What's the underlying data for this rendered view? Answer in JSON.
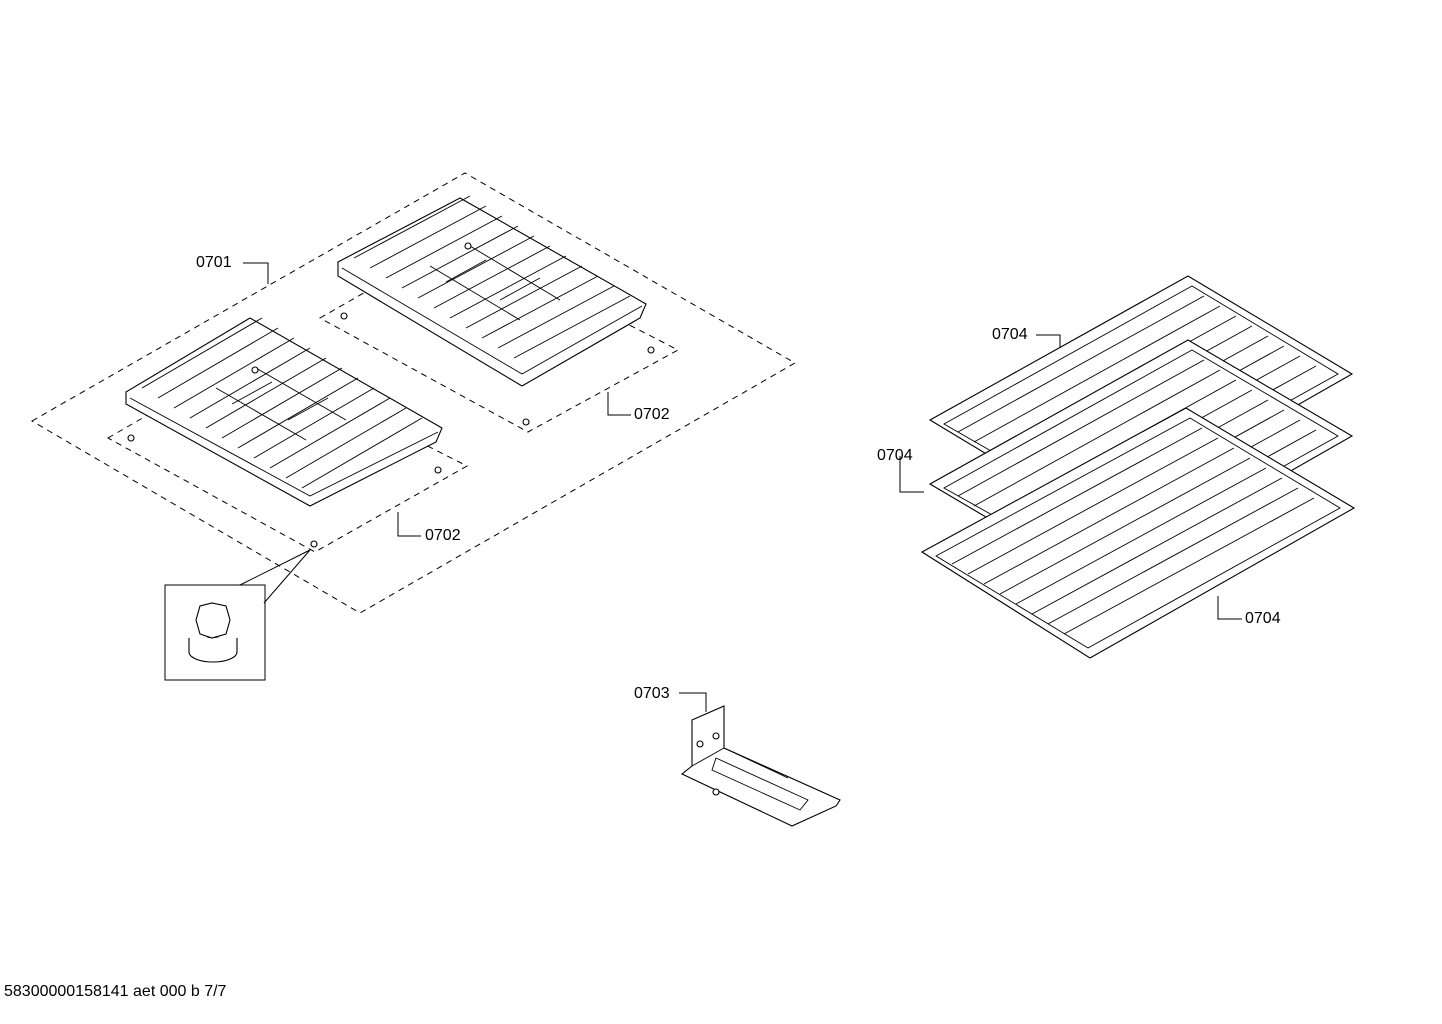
{
  "callouts": {
    "grate_front": "0701",
    "foot_set_rear": "0702",
    "foot_set_front": "0702",
    "bracket": "0703",
    "rack_top": "0704",
    "rack_middle": "0704",
    "rack_bottom": "0704"
  },
  "footer": {
    "document_id": "58300000158141 aet 000 b 7/7"
  }
}
